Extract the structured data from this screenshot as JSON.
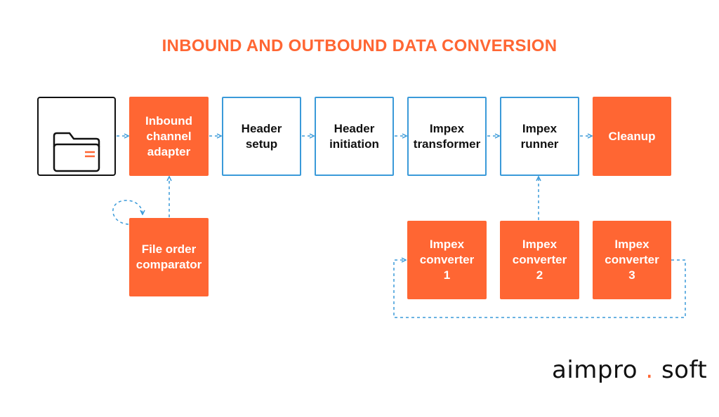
{
  "title": "INBOUND AND OUTBOUND DATA CONVERSION",
  "nodes": {
    "source": {
      "icon": "folder-icon"
    },
    "inbound_adapter": {
      "label": "Inbound\nchannel\nadapter"
    },
    "header_setup": {
      "label": "Header\nsetup"
    },
    "header_initiation": {
      "label": "Header\ninitiation"
    },
    "impex_transformer": {
      "label": "Impex\ntransformer"
    },
    "impex_runner": {
      "label": "Impex\nrunner"
    },
    "cleanup": {
      "label": "Cleanup"
    },
    "file_order_comparator": {
      "label": "File order\ncomparator"
    },
    "impex_converter_1": {
      "label": "Impex\nconverter\n1"
    },
    "impex_converter_2": {
      "label": "Impex\nconverter\n2"
    },
    "impex_converter_3": {
      "label": "Impex\nconverter\n3"
    }
  },
  "logo": {
    "main": "aimpro",
    "dot": ".",
    "suffix": "soft"
  },
  "colors": {
    "accent": "#ff6633",
    "connector": "#3a9ad9",
    "text": "#111111"
  }
}
